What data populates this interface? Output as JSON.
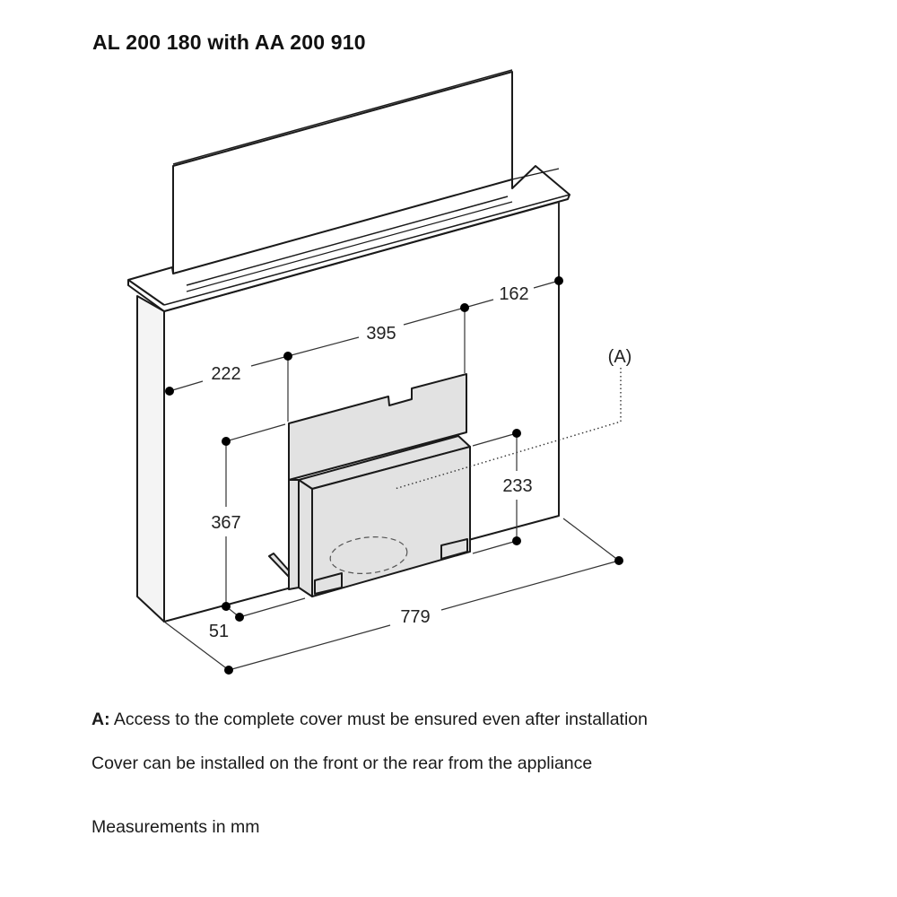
{
  "title": "AL 200 180 with AA 200 910",
  "dimensions": {
    "d162": "162",
    "d395": "395",
    "d222": "222",
    "d367": "367",
    "d233": "233",
    "d51": "51",
    "d779": "779"
  },
  "callout": "(A)",
  "notes": {
    "a_prefix": "A:",
    "a_text": "Access to the complete cover must be ensured even after installation",
    "cover": "Cover can be installed on the front or the rear from the appliance",
    "units": "Measurements in mm"
  },
  "colors": {
    "line": "#1a1a1a",
    "panel_fill": "#e2e2e2",
    "side_fill": "#f4f4f4"
  }
}
